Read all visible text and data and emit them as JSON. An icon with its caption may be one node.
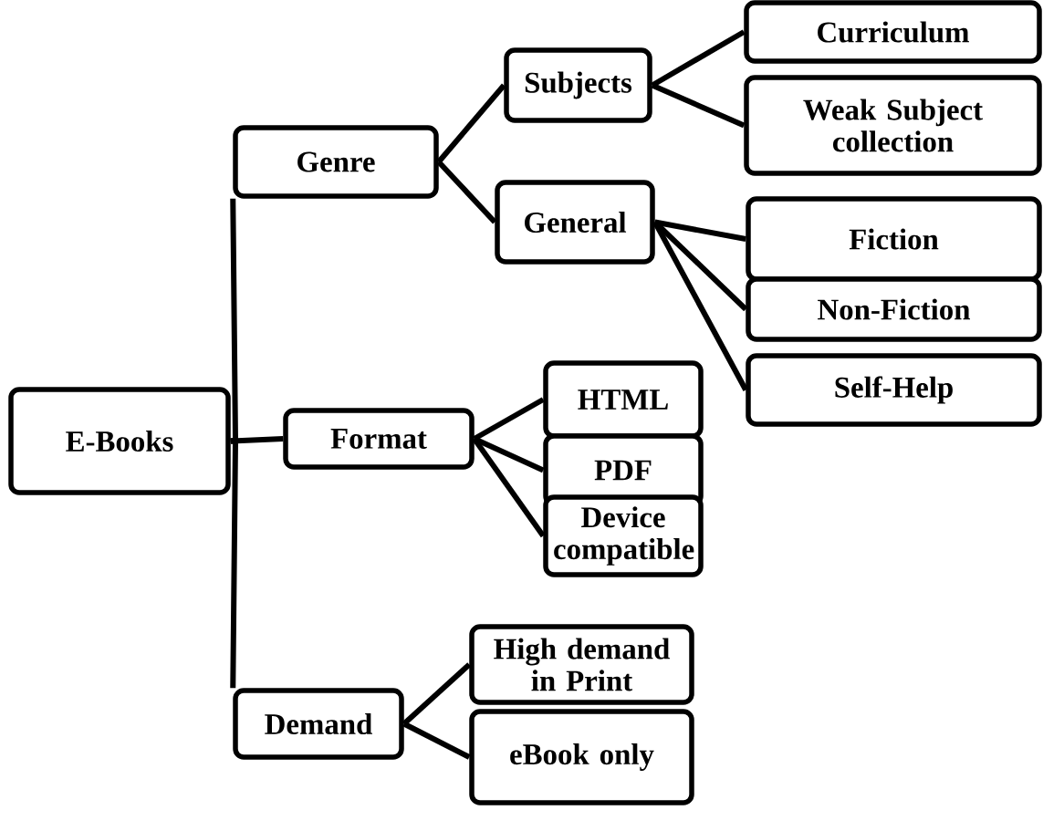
{
  "diagram": {
    "nodes": [
      {
        "text": [
          "E-Books"
        ]
      },
      {
        "text": [
          "Genre"
        ]
      },
      {
        "text": [
          "Subjects"
        ]
      },
      {
        "text": [
          "Curriculum"
        ]
      },
      {
        "text": [
          "Weak Subject collection"
        ]
      },
      {
        "text": [
          "General"
        ]
      },
      {
        "text": [
          "Fiction"
        ]
      },
      {
        "text": [
          "Non-Fiction"
        ]
      },
      {
        "text": [
          "Self-Help"
        ]
      },
      {
        "text": [
          "Format"
        ]
      },
      {
        "text": [
          "HTML"
        ]
      },
      {
        "text": [
          "PDF"
        ]
      },
      {
        "text": [
          "Device compatible"
        ]
      },
      {
        "text": [
          "Demand"
        ]
      },
      {
        "text": [
          "High demand in Print"
        ]
      },
      {
        "text": [
          "eBook only"
        ]
      }
    ],
    "edges": [
      {
        "from": 0,
        "to": 1,
        "arrow": "none"
      },
      {
        "from": 0,
        "to": 9,
        "arrow": "none"
      },
      {
        "from": 0,
        "to": 13,
        "arrow": "none"
      },
      {
        "from": 1,
        "to": 2,
        "arrow": "none"
      },
      {
        "from": 1,
        "to": 5,
        "arrow": "none"
      },
      {
        "from": 2,
        "to": 3,
        "arrow": "none"
      },
      {
        "from": 2,
        "to": 4,
        "arrow": "none"
      },
      {
        "from": 5,
        "to": 6,
        "arrow": "none"
      },
      {
        "from": 5,
        "to": 7,
        "arrow": "none"
      },
      {
        "from": 5,
        "to": 8,
        "arrow": "none"
      },
      {
        "from": 9,
        "to": 10,
        "arrow": "none"
      },
      {
        "from": 9,
        "to": 11,
        "arrow": "none"
      },
      {
        "from": 9,
        "to": 12,
        "arrow": "none"
      },
      {
        "from": 13,
        "to": 14,
        "arrow": "none"
      },
      {
        "from": 13,
        "to": 15,
        "arrow": "none"
      }
    ]
  }
}
